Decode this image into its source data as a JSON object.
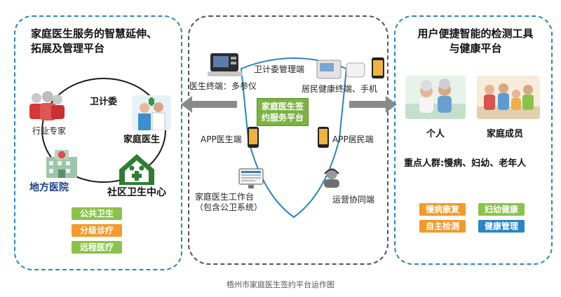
{
  "left_panel": {
    "title_line1": "家庭医生服务的智慧延伸、",
    "title_line2": "拓展及管理平台",
    "wjw": "卫计委",
    "industry_expert": "行业专家",
    "family_doctor": "家庭医生",
    "local_hospital": "地方医院",
    "community_center": "社区卫生中心",
    "tags": [
      {
        "label": "公共卫生",
        "color": "#8bc34a"
      },
      {
        "label": "分级诊疗",
        "color": "#f39a2b"
      },
      {
        "label": "远程医疗",
        "color": "#8bc34a"
      }
    ]
  },
  "middle_panel": {
    "doctor_terminal": "医生终端：多参仪",
    "wjw_management": "卫计委管理端",
    "resident_terminal": "居民健康终端、手机",
    "platform_line1": "家庭医生签",
    "platform_line2": "约服务平台",
    "app_doctor": "APP医生端",
    "app_resident": "APP居民端",
    "workstation_line1": "家庭医生工作台",
    "workstation_line2": "（包含公卫系统）",
    "ops": "运营协同端"
  },
  "right_panel": {
    "title_line1": "用户便捷智能的检测工具",
    "title_line2": "与健康平台",
    "individual": "个人",
    "family_members": "家庭成员",
    "key_groups": "重点人群:慢病、妇幼、老年人",
    "tags": [
      {
        "label": "慢病康复",
        "color": "#f39a2b"
      },
      {
        "label": "妇幼健康",
        "color": "#8bc34a"
      },
      {
        "label": "自主检测",
        "color": "#f39a2b"
      },
      {
        "label": "健康管理",
        "color": "#2b84c6"
      }
    ]
  },
  "caption": "梧州市家庭医生签约平台运作图",
  "colors": {
    "border_blue": "#2b84c6",
    "green": "#2e7d32",
    "arrow_gray": "#8a8a8a"
  }
}
